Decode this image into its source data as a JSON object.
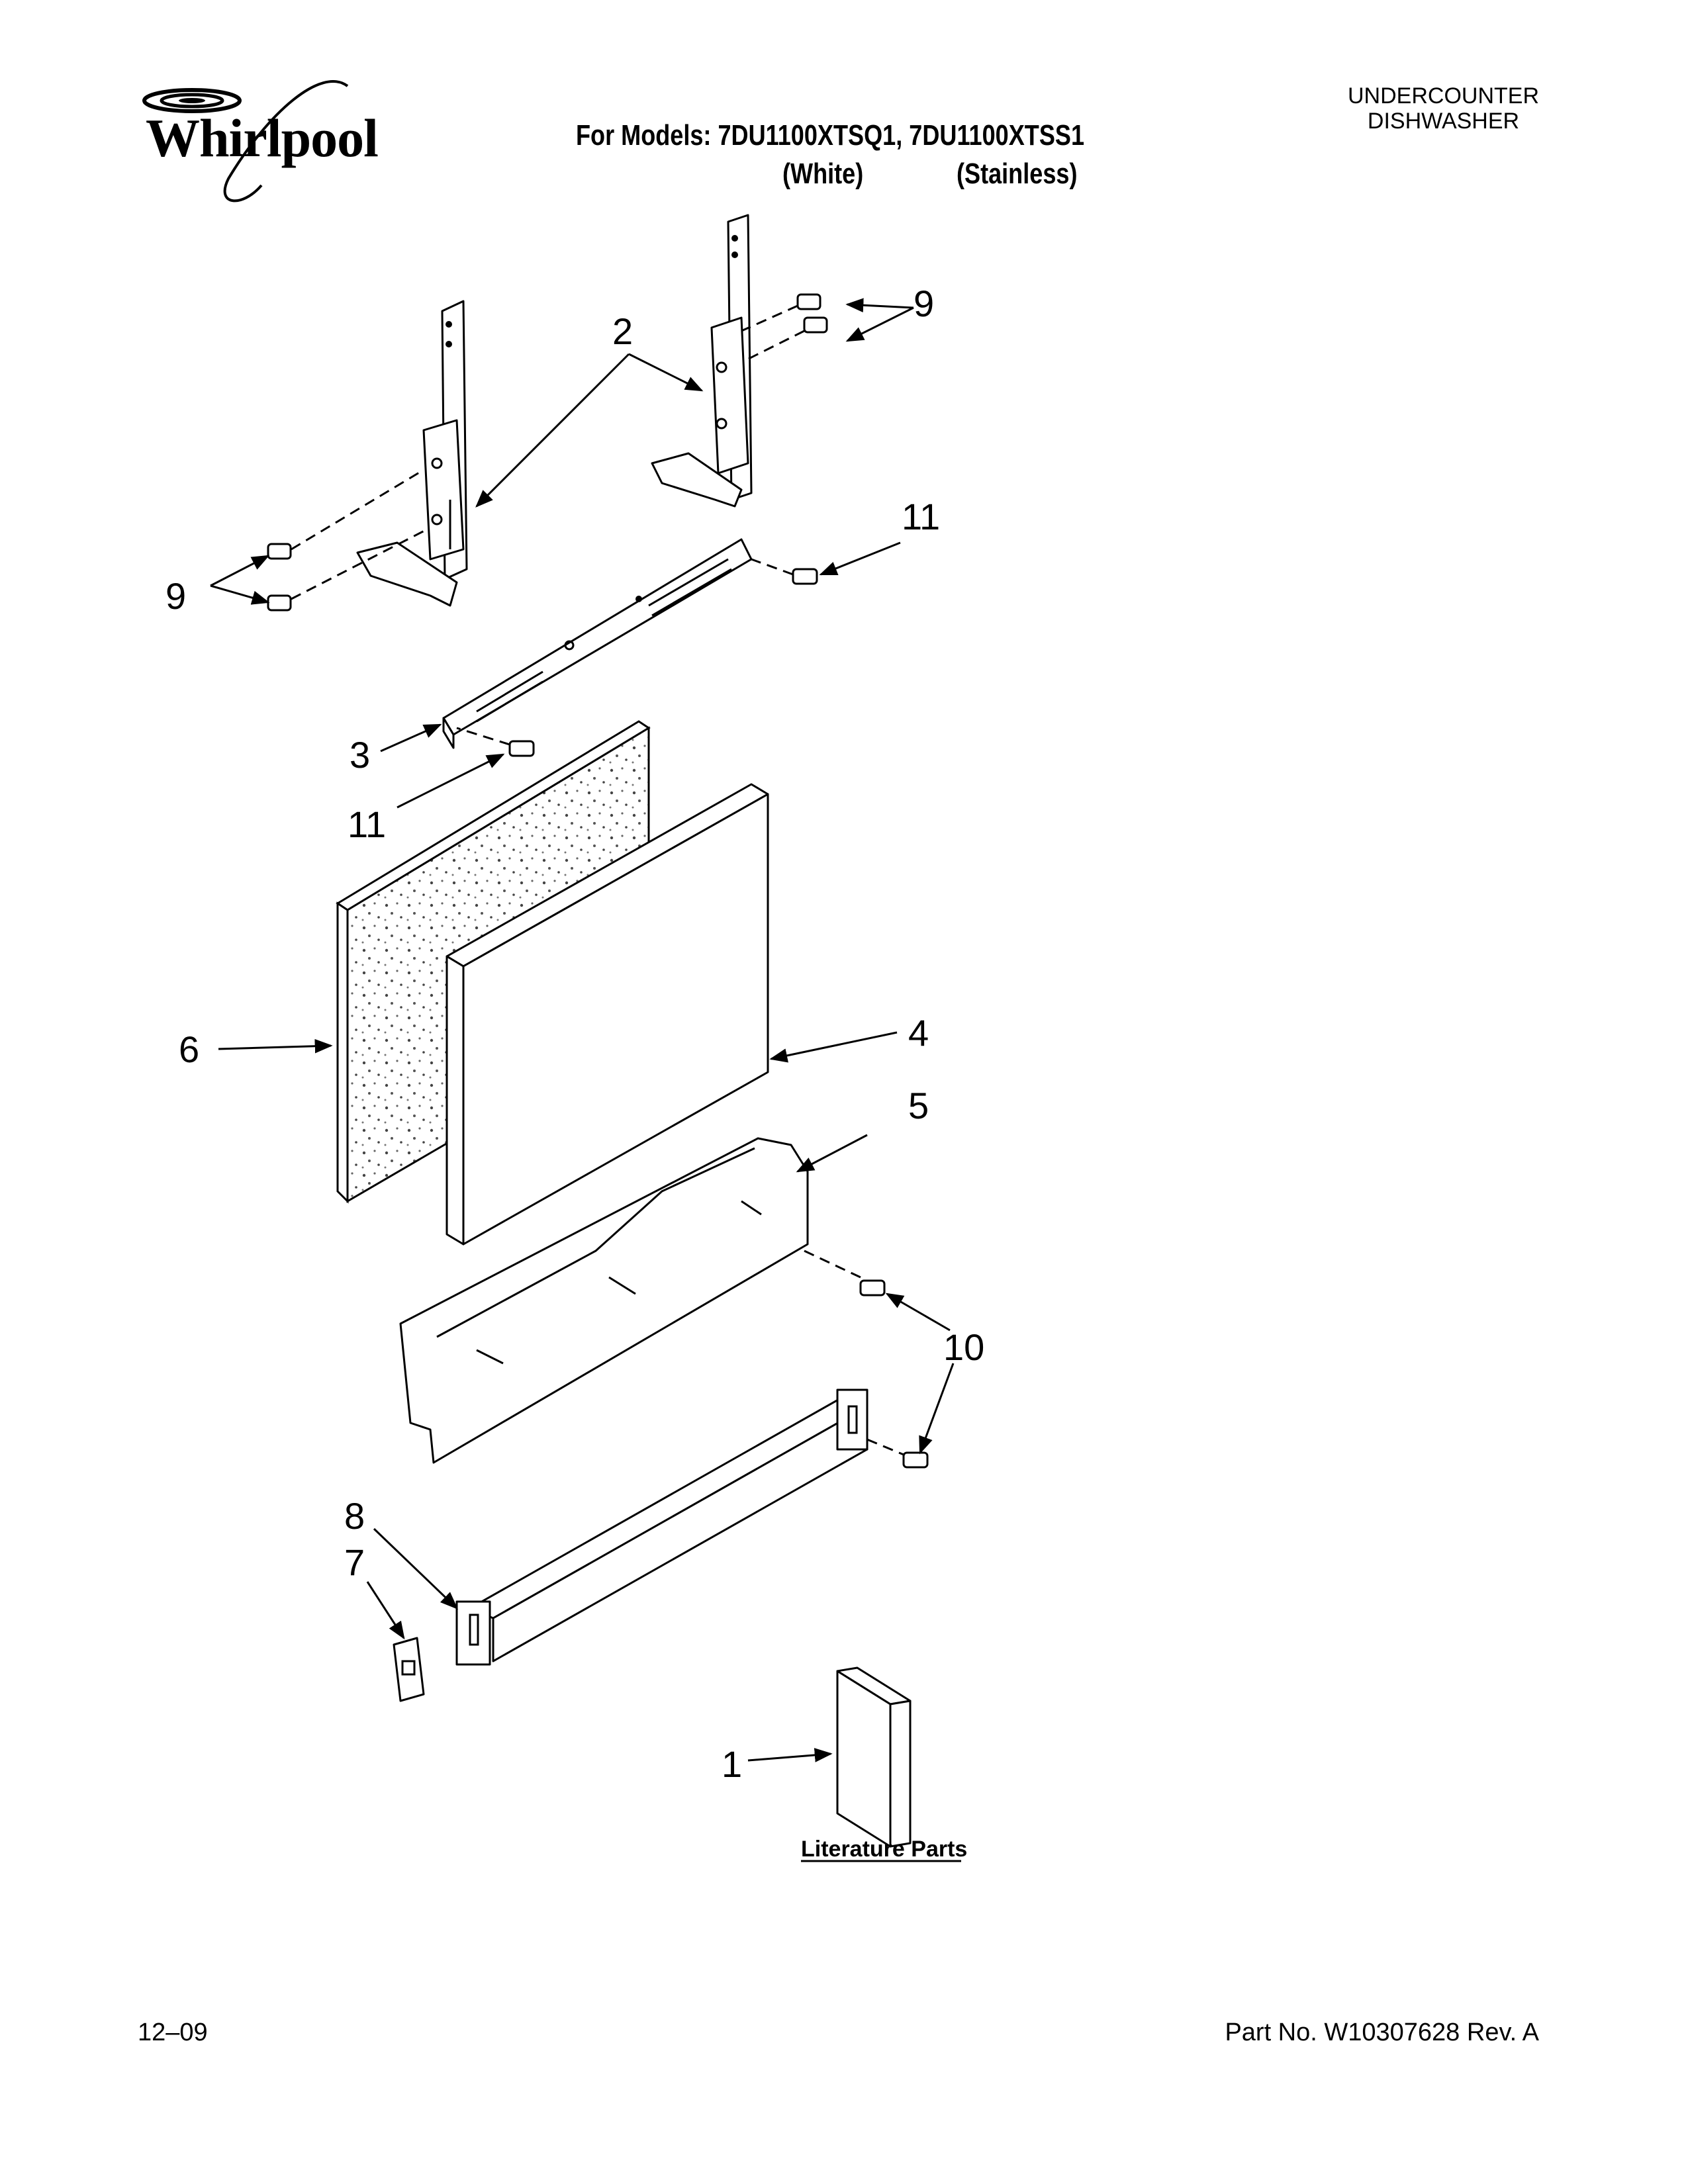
{
  "brand": {
    "name": "Whirlpool"
  },
  "header": {
    "models_line": "For Models: 7DU1100XTSQ1, 7DU1100XTSS1",
    "variant_white": "(White)",
    "variant_stainless": "(Stainless)",
    "product_line1": "UNDERCOUNTER",
    "product_line2": "DISHWASHER"
  },
  "diagram": {
    "callouts": {
      "c1": "1",
      "c2": "2",
      "c3": "3",
      "c4": "4",
      "c5": "5",
      "c6": "6",
      "c7": "7",
      "c8": "8",
      "c9a": "9",
      "c9b": "9",
      "c10": "10",
      "c11a": "11",
      "c11b": "11"
    },
    "literature_label": "Literature Parts"
  },
  "footer": {
    "date": "12–09",
    "part_no": "Part No. W10307628 Rev. A"
  },
  "colors": {
    "ink": "#000000",
    "paper": "#ffffff",
    "panel_texture": "#c8c8c8"
  }
}
